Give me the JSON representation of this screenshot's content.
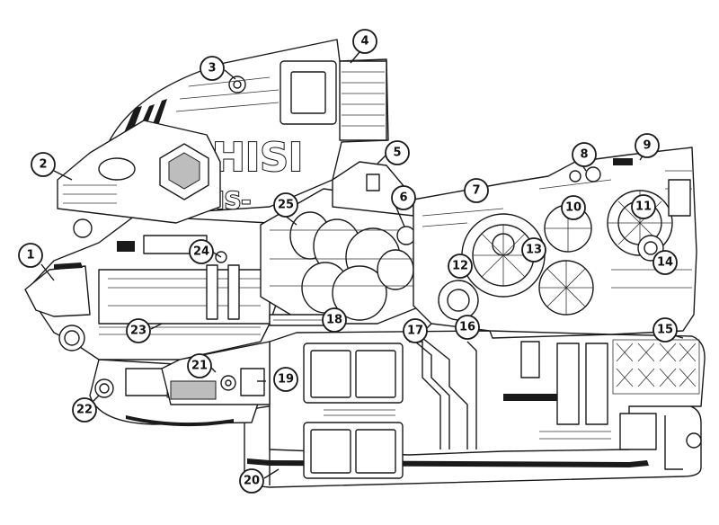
{
  "hull_text": {
    "main": "HISI",
    "sub": "IS-"
  },
  "callouts": [
    {
      "id": "1",
      "label": "1"
    },
    {
      "id": "2",
      "label": "2"
    },
    {
      "id": "3",
      "label": "3"
    },
    {
      "id": "4",
      "label": "4"
    },
    {
      "id": "5",
      "label": "5"
    },
    {
      "id": "6",
      "label": "6"
    },
    {
      "id": "7",
      "label": "7"
    },
    {
      "id": "8",
      "label": "8"
    },
    {
      "id": "9",
      "label": "9"
    },
    {
      "id": "10",
      "label": "10"
    },
    {
      "id": "11",
      "label": "11"
    },
    {
      "id": "12",
      "label": "12"
    },
    {
      "id": "13",
      "label": "13"
    },
    {
      "id": "14",
      "label": "14"
    },
    {
      "id": "15",
      "label": "15"
    },
    {
      "id": "16",
      "label": "16"
    },
    {
      "id": "17",
      "label": "17"
    },
    {
      "id": "18",
      "label": "18"
    },
    {
      "id": "19",
      "label": "19"
    },
    {
      "id": "20",
      "label": "20"
    },
    {
      "id": "21",
      "label": "21"
    },
    {
      "id": "22",
      "label": "22"
    },
    {
      "id": "23",
      "label": "23"
    },
    {
      "id": "24",
      "label": "24"
    },
    {
      "id": "25",
      "label": "25"
    }
  ]
}
